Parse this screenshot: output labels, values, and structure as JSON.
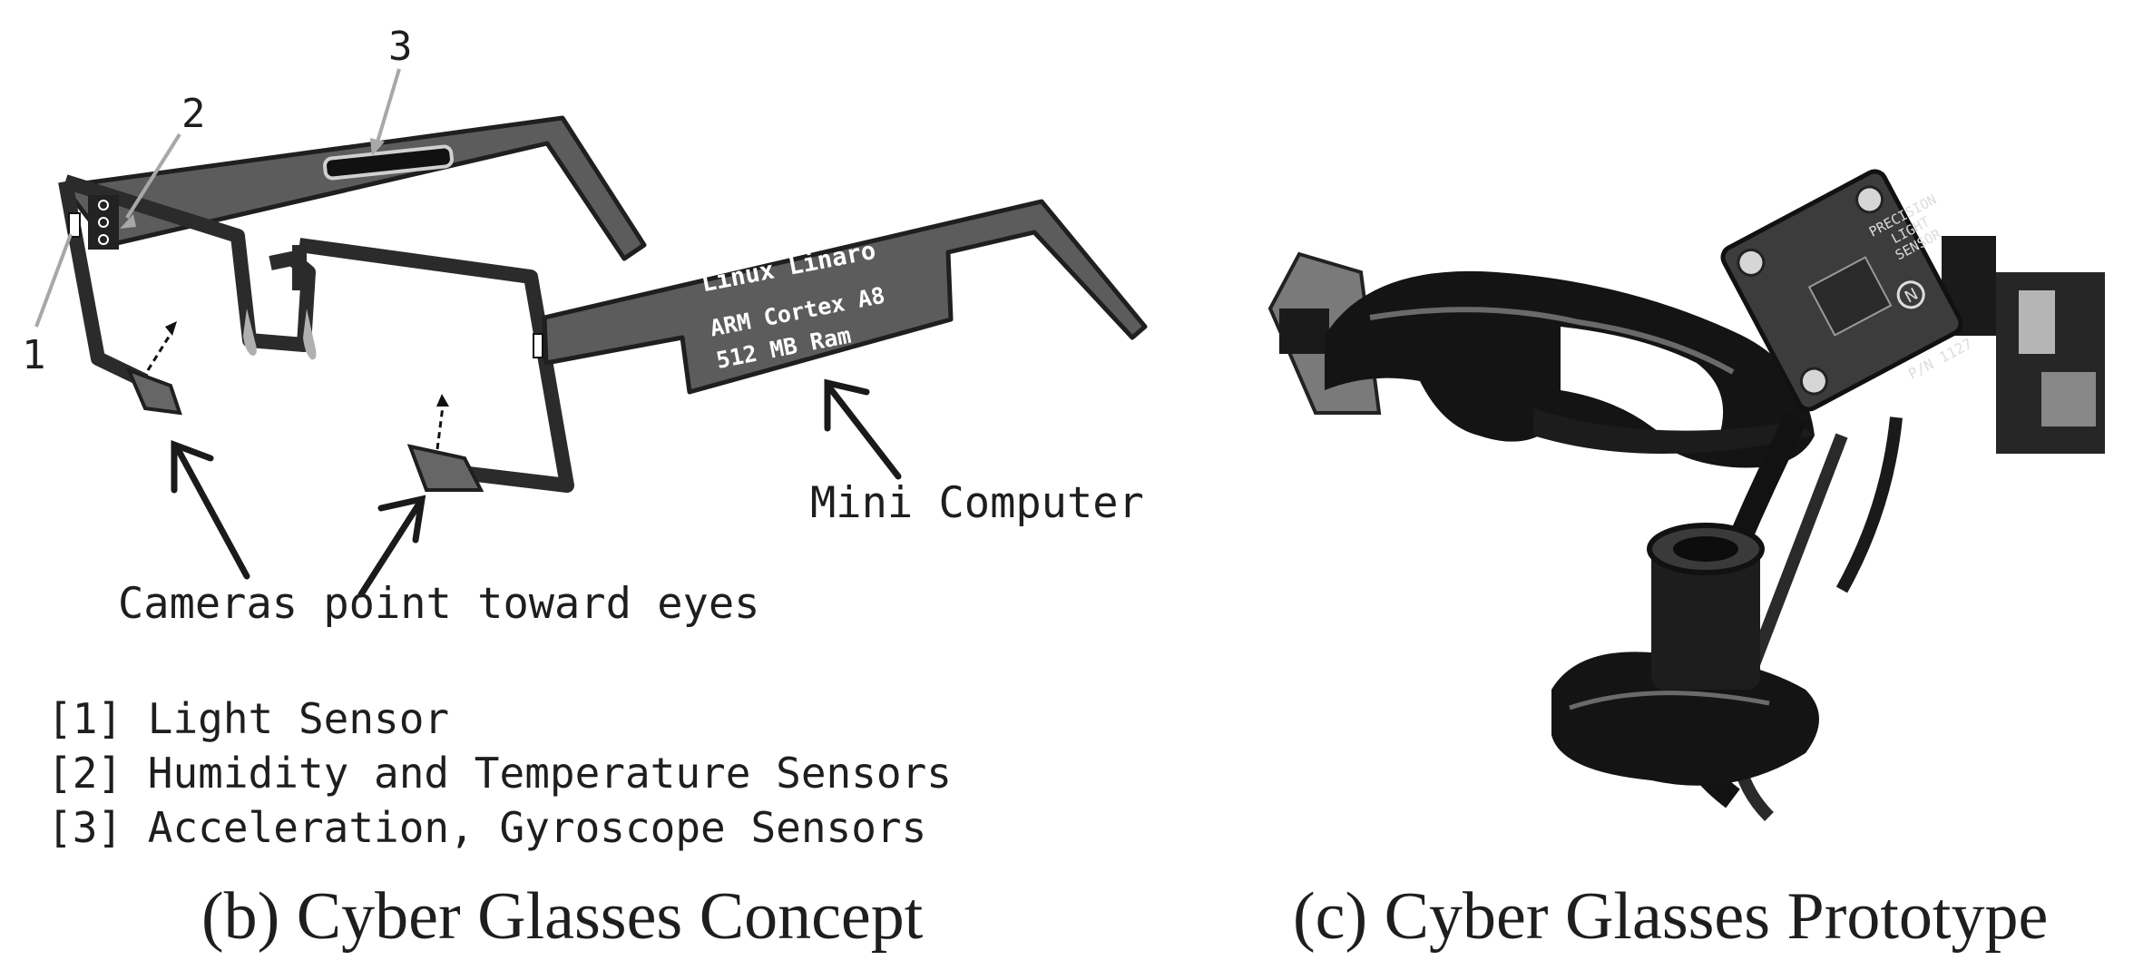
{
  "concept": {
    "callouts": [
      "1",
      "2",
      "3"
    ],
    "computer_text": [
      "Linux Linaro",
      "ARM Cortex A8",
      "512 MB Ram"
    ],
    "mini_computer_label": "Mini Computer",
    "cameras_label": "Cameras point toward eyes",
    "legend": [
      "[1] Light Sensor",
      "[2] Humidity and Temperature Sensors",
      "[3] Acceleration, Gyroscope Sensors"
    ],
    "caption": "(b) Cyber Glasses Concept"
  },
  "prototype": {
    "board_text": [
      "PRECISION",
      "LIGHT",
      "SENSOR",
      "P/N 1127"
    ],
    "caption": "(c) Cyber Glasses Prototype"
  },
  "colors": {
    "frame": "#2b2b2b",
    "arm": "#5c5c5c",
    "arm_outline": "#1f1f1f",
    "text_dark": "#1e1e1e",
    "callout_line": "#a8a8a8"
  }
}
